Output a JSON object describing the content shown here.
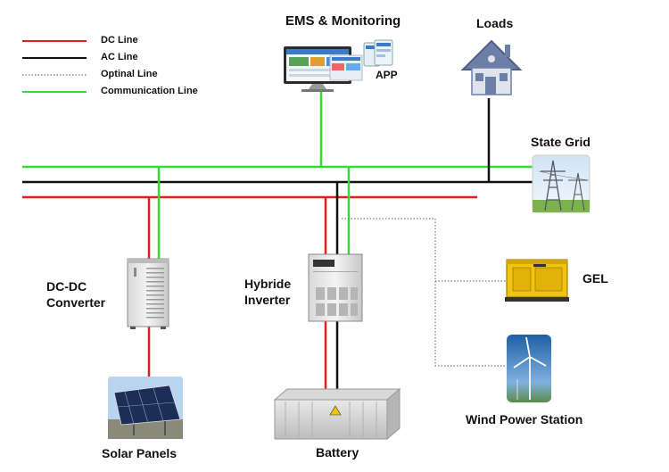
{
  "legend": [
    {
      "label": "DC  Line",
      "color": "#e02020",
      "style": "solid"
    },
    {
      "label": "AC  Line",
      "color": "#111111",
      "style": "solid"
    },
    {
      "label": "Optinal Line",
      "color": "#777777",
      "style": "dotted"
    },
    {
      "label": "Communication Line",
      "color": "#33dd33",
      "style": "solid"
    }
  ],
  "labels": {
    "ems": "EMS & Monitoring",
    "app": "APP",
    "loads": "Loads",
    "state_grid": "State Grid",
    "dcdc_line1": "DC-DC",
    "dcdc_line2": "Converter",
    "inverter_line1": "Hybride",
    "inverter_line2": "Inverter",
    "gel": "GEL",
    "solar": "Solar Panels",
    "battery": "Battery",
    "wind": "Wind Power Station"
  },
  "colors": {
    "dc": "#e02020",
    "ac": "#111111",
    "comm": "#33dd33",
    "optional": "#777777"
  }
}
